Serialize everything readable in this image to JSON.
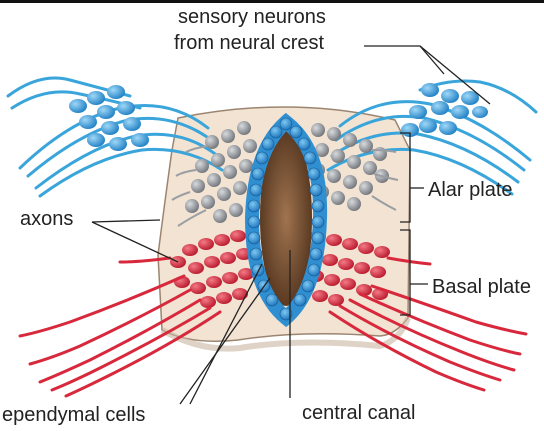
{
  "labels": {
    "sensory_line1": "sensory neurons",
    "sensory_line2": "from neural crest",
    "alar_plate": "Alar plate",
    "axons": "axons",
    "basal_plate": "Basal plate",
    "ependymal_cells": "ependymal cells",
    "central_canal": "central canal"
  },
  "colors": {
    "tissue": "#f2e3d3",
    "tissue_outline": "#9b8570",
    "canal_dark": "#6b4a2e",
    "ependymal_blue": "#2f8fd0",
    "sensory_blue": "#3aa5da",
    "alar_gray": "#9a9ea3",
    "basal_red": "#d8283c",
    "line": "#222222"
  }
}
